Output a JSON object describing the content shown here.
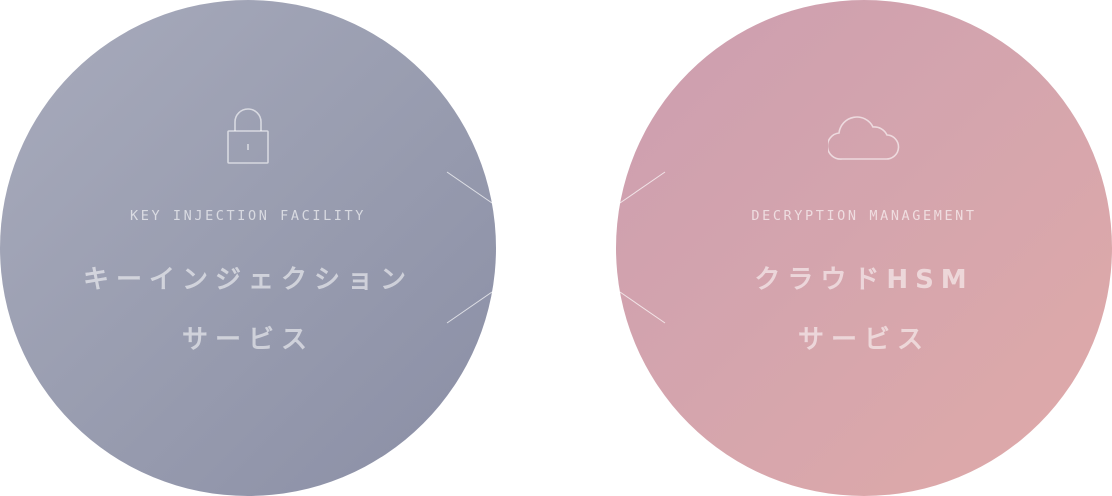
{
  "services": [
    {
      "icon": "lock-icon",
      "eyebrow": "KEY INJECTION FACILITY",
      "title_line1": "キーインジェクション",
      "title_line2": "サービス"
    },
    {
      "icon": "cloud-icon",
      "eyebrow": "DECRYPTION MANAGEMENT",
      "title_line1": "クラウドHSM",
      "title_line2": "サービス"
    }
  ],
  "colors": {
    "key_circle": "#999db0",
    "cloud_circle": "#d5a5ad",
    "text": "#ffffff"
  }
}
